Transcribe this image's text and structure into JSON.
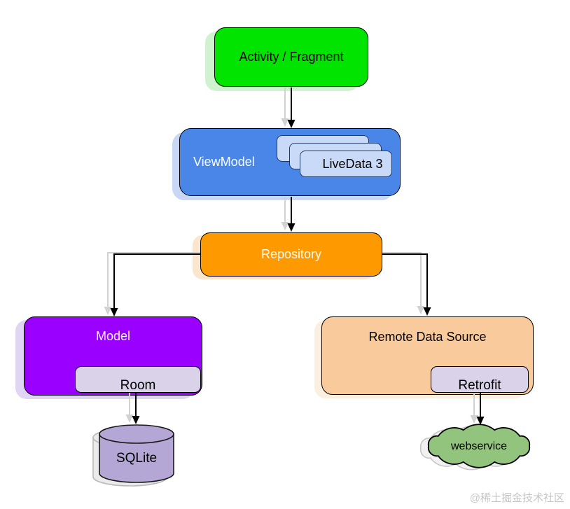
{
  "diagram": {
    "type": "architecture-flow",
    "nodes": {
      "activity": {
        "label": "Activity / Fragment",
        "fill": "#00e400",
        "text_color": "#000000",
        "shape": "rounded-rect"
      },
      "viewmodel": {
        "label": "ViewModel",
        "fill": "#4a86e8",
        "text_color": "#ffffff",
        "shape": "rounded-rect"
      },
      "livedata": {
        "label": "LiveData 3",
        "fill": "#c9daf8",
        "text_color": "#000000",
        "shape": "stacked-cards",
        "stack_count": 3
      },
      "repository": {
        "label": "Repository",
        "fill": "#ff9900",
        "text_color": "#ffffff",
        "shape": "rounded-rect"
      },
      "model": {
        "label": "Model",
        "fill": "#9900ff",
        "text_color": "#ffffff",
        "shape": "rounded-rect"
      },
      "room": {
        "label": "Room",
        "fill": "#d9d2e9",
        "text_color": "#000000",
        "shape": "rounded-rect"
      },
      "remote": {
        "label": "Remote Data Source",
        "fill": "#f9cb9c",
        "text_color": "#000000",
        "shape": "rounded-rect"
      },
      "retrofit": {
        "label": "Retrofit",
        "fill": "#d9d2e9",
        "text_color": "#000000",
        "shape": "rounded-rect"
      },
      "sqlite": {
        "label": "SQLite",
        "fill": "#b4a7d6",
        "text_color": "#000000",
        "shape": "cylinder"
      },
      "webservice": {
        "label": "webservice",
        "fill": "#93c47d",
        "text_color": "#000000",
        "shape": "cloud"
      }
    },
    "edges": [
      {
        "from": "activity",
        "to": "viewmodel",
        "style": "arrow-down"
      },
      {
        "from": "viewmodel",
        "to": "repository",
        "style": "arrow-down"
      },
      {
        "from": "repository",
        "to": "model",
        "style": "elbow-left-down"
      },
      {
        "from": "repository",
        "to": "remote",
        "style": "elbow-right-down"
      },
      {
        "from": "room",
        "to": "sqlite",
        "style": "arrow-down"
      },
      {
        "from": "retrofit",
        "to": "webservice",
        "style": "arrow-down"
      }
    ],
    "colors": {
      "edge": "#000000",
      "edge_shadow": "#d2d2d2",
      "border": "#000000",
      "livedata_border": "#1f3864"
    }
  },
  "watermark": "@稀土掘金技术社区"
}
